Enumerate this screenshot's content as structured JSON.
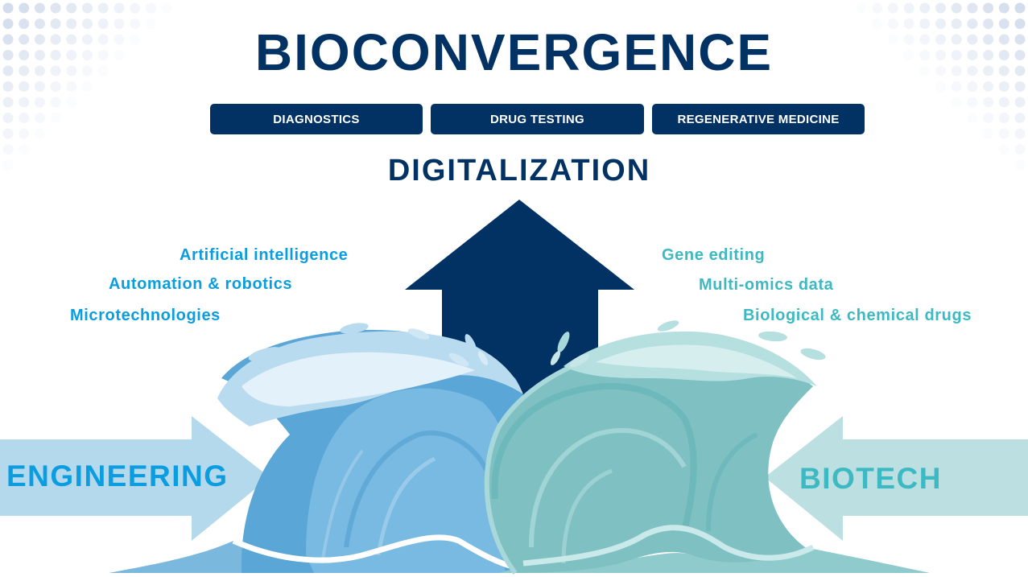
{
  "title": "BIOCONVERGENCE",
  "applications": [
    {
      "label": "DIAGNOSTICS"
    },
    {
      "label": "DRUG TESTING"
    },
    {
      "label": "REGENERATIVE MEDICINE"
    }
  ],
  "center": {
    "label": "DIGITALIZATION",
    "arrow_direction": "up"
  },
  "engineering": {
    "label": "ENGINEERING",
    "arrow_direction": "right",
    "items": [
      {
        "label": "Artificial intelligence"
      },
      {
        "label": "Automation & robotics"
      },
      {
        "label": "Microtechnologies"
      }
    ]
  },
  "biotech": {
    "label": "BIOTECH",
    "arrow_direction": "left",
    "items": [
      {
        "label": "Gene editing"
      },
      {
        "label": "Multi-omics data"
      },
      {
        "label": "Biological & chemical drugs"
      }
    ]
  },
  "colors": {
    "navy": "#013263",
    "engineering_text": "#0b9de0",
    "engineering_arrow": "#b5d9ec",
    "biotech_text": "#3cb9c3",
    "biotech_arrow": "#bcdfe2",
    "wave_left": "#6fb2dc",
    "wave_right": "#8fcbcd"
  }
}
